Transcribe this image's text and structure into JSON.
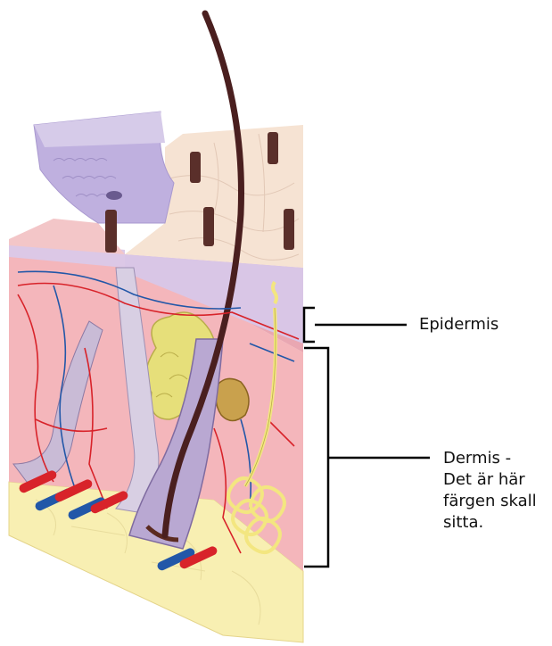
{
  "labels": {
    "epidermis": "Epidermis",
    "dermis": [
      "Dermis -",
      "Det är här",
      "färgen skall",
      "sitta."
    ]
  },
  "colors": {
    "epidermis_surface": "#f6e3d3",
    "peeled_skin": "#bfb0df",
    "dermis": "#f4b6bb",
    "subcutaneous_fat": "#f8efb2",
    "hair_shaft": "#4a1f1f",
    "artery": "#d8232a",
    "vein": "#2257a8",
    "gland": "#e6df7a",
    "bracket": "#000000"
  },
  "icons": [
    "hair-shaft-icon",
    "sebaceous-gland-icon",
    "sweat-gland-icon",
    "blood-vessel-icon"
  ]
}
